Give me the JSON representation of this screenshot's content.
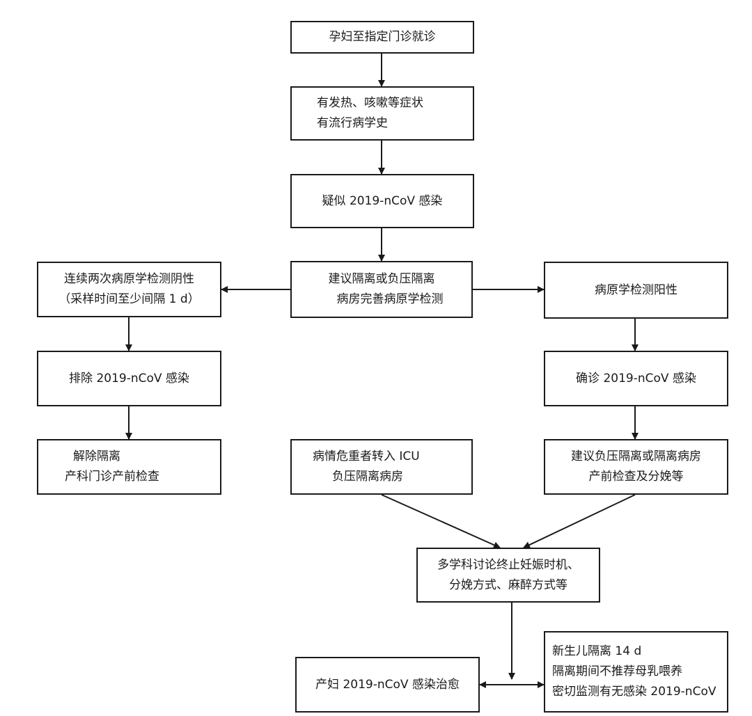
{
  "nodes": {
    "visit": {
      "lines": [
        "孕妇至指定门诊就诊"
      ]
    },
    "symptoms": {
      "lines": [
        "有发热、咳嗽等症状",
        "有流行病学史"
      ]
    },
    "suspected": {
      "lines": [
        "疑似 2019-nCoV 感染"
      ]
    },
    "isolation": {
      "lines": [
        "建议隔离或负压隔离",
        "病房完善病原学检测"
      ]
    },
    "negative": {
      "lines": [
        "连续两次病原学检测阴性",
        "（采样时间至少间隔 1 d）"
      ]
    },
    "positive": {
      "lines": [
        "病原学检测阳性"
      ]
    },
    "excluded": {
      "lines": [
        "排除 2019-nCoV 感染"
      ]
    },
    "confirmed": {
      "lines": [
        "确诊 2019-nCoV 感染"
      ]
    },
    "release": {
      "lines": [
        "解除隔离",
        "产科门诊产前检查"
      ]
    },
    "icu": {
      "lines": [
        "病情危重者转入 ICU",
        "负压隔离病房"
      ]
    },
    "delivery": {
      "lines": [
        "建议负压隔离或隔离病房",
        "产前检查及分娩等"
      ]
    },
    "mdt": {
      "lines": [
        "多学科讨论终止妊娠时机、",
        "分娩方式、麻醉方式等"
      ]
    },
    "recovery": {
      "lines": [
        "产妇 2019-nCoV 感染治愈"
      ]
    },
    "newborn": {
      "lines": [
        "新生儿隔离 14 d",
        "隔离期间不推荐母乳喂养",
        "密切监测有无感染 2019-nCoV"
      ]
    }
  }
}
